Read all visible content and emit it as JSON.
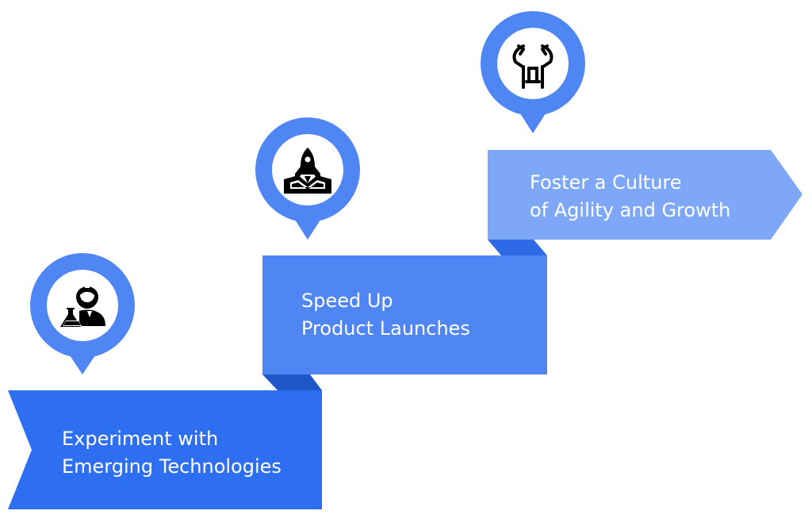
{
  "steps": [
    {
      "lines": [
        "Experiment with",
        "Emerging Technologies"
      ],
      "icon": "scientist-with-flask-icon",
      "ribbon_color": "#2e6ff2"
    },
    {
      "lines": [
        "Speed Up",
        "Product Launches"
      ],
      "icon": "rocket-launch-icon",
      "ribbon_color": "#4f86f4"
    },
    {
      "lines": [
        "Foster a Culture",
        "of Agility and Growth"
      ],
      "icon": "flexible-growth-icon",
      "ribbon_color": "#7ea8f7"
    }
  ],
  "colors": {
    "pin": "#4f86f4",
    "fold_dark": "#1f57c9",
    "fold_mid": "#2f6ae6",
    "icon": "#000000",
    "background": "#ffffff"
  }
}
